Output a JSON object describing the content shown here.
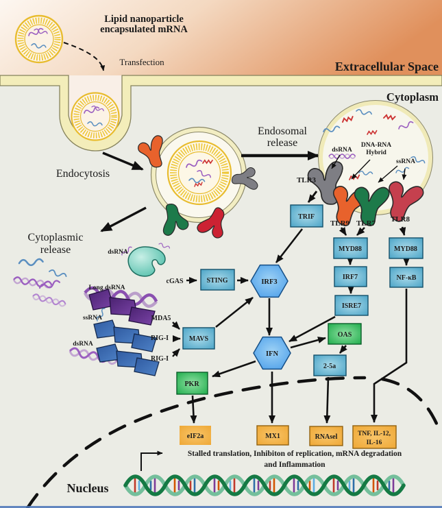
{
  "labels": {
    "lnp1": "Lipid nanoparticle",
    "lnp2": "encapsulated mRNA",
    "transfection": "Transfection",
    "extracellular": "Extracellular Space",
    "cytoplasm": "Cytoplasm",
    "endocytosis": "Endocytosis",
    "endosomal1": "Endosomal",
    "endosomal2": "release",
    "cytoplasmic1": "Cytoplasmic",
    "cytoplasmic2": "release",
    "nucleus": "Nucleus"
  },
  "endosome": {
    "dsrna": "dsRNA",
    "hybrid1": "DNA-RNA",
    "hybrid2": "Hybrid",
    "ssrna": "ssRNA"
  },
  "receptors": {
    "tlr3": "TLR3",
    "tlr9": "TLR9",
    "tlr7": "TLR7",
    "tlr8": "TLR8"
  },
  "sensors": {
    "dsrna_cgas": "dsRNA",
    "cgas": "cGAS",
    "long_dsrna": "Long dsRNA",
    "ssrna": "ssRNA",
    "mda5": "MDA5",
    "dsrna2": "dsRNA",
    "rigi_1": "RIG-I",
    "rigi_2": "RIG-I"
  },
  "nodes": {
    "trif": "TRIF",
    "myd88_left": "MYD88",
    "irf7": "IRF7",
    "isre7": "ISRE7",
    "myd88_right": "MYD88",
    "nfkb": "NF-κB",
    "sting": "STING",
    "irf3": "IRF3",
    "mavs": "MAVS",
    "ifn": "IFN",
    "oas": "OAS",
    "two_5a": "2-5a",
    "pkr": "PKR",
    "eif2a": "eIF2a",
    "mx1": "MX1",
    "rnasel": "RNAsel",
    "tnf_line1": "TNF, IL-12,",
    "tnf_line2": "IL-16"
  },
  "outcome": {
    "line1": "Stalled translation, Inhibiton of replication, mRNA degradation",
    "line2": "and Inflammation"
  },
  "colors": {
    "extracellular_orange": "#e0905c",
    "membrane_yellow": "#f3edba",
    "cytoplasm_gray": "#ebece5",
    "lnp_gold": "#edc737",
    "box_blue": "#44a0c4",
    "box_green": "#17a946",
    "box_orange": "#f0a93c",
    "hex_blue": "#4aa0ea",
    "receptor_orange": "#e8622c",
    "receptor_green": "#1d7a4a",
    "receptor_red": "#cc2233",
    "receptor_crimson": "#c5404e",
    "receptor_gray": "#7e7e84",
    "cgas_teal": "#3db6a0",
    "mda5_purple": "#5a2d82",
    "rigi_blue": "#3a6cb8",
    "dna_green_dark": "#157a44",
    "dna_green_light": "#74bf9b"
  }
}
